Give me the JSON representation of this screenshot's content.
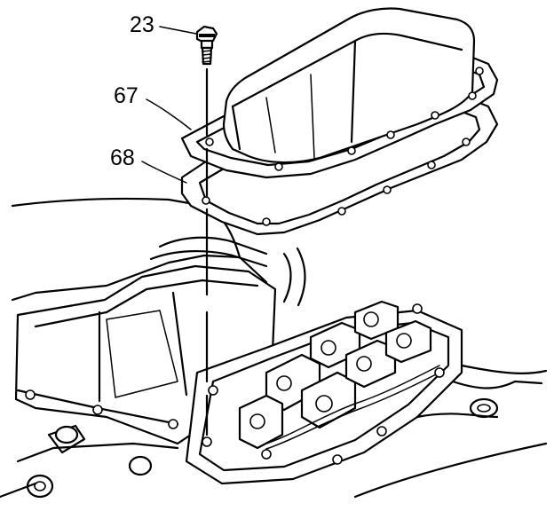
{
  "callouts": {
    "bolt": "23",
    "cover": "67",
    "gasket": "68"
  },
  "icons": {
    "bolt": "bolt-icon",
    "cover": "valve-cover-icon",
    "gasket": "gasket-icon",
    "engine": "engine-head-icon"
  },
  "colors": {
    "line": "#000000",
    "background": "#ffffff"
  }
}
